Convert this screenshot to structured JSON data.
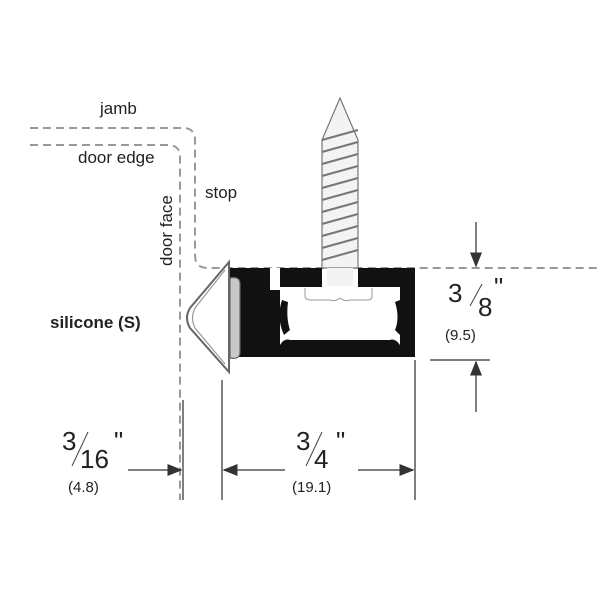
{
  "labels": {
    "jamb": "jamb",
    "door_edge": "door edge",
    "door_face": "door face",
    "stop": "stop",
    "material": "silicone",
    "material_code": "(S)"
  },
  "dimensions": {
    "height": {
      "num": "3",
      "den": "8",
      "unit": "\"",
      "metric": "(9.5)"
    },
    "gap": {
      "num": "3",
      "den": "16",
      "unit": "\"",
      "metric": "(4.8)"
    },
    "width": {
      "num": "3",
      "den": "4",
      "unit": "\"",
      "metric": "(19.1)"
    }
  },
  "colors": {
    "profile": "#111111",
    "silicone": "#c8c8c8",
    "dashed": "#999999"
  }
}
